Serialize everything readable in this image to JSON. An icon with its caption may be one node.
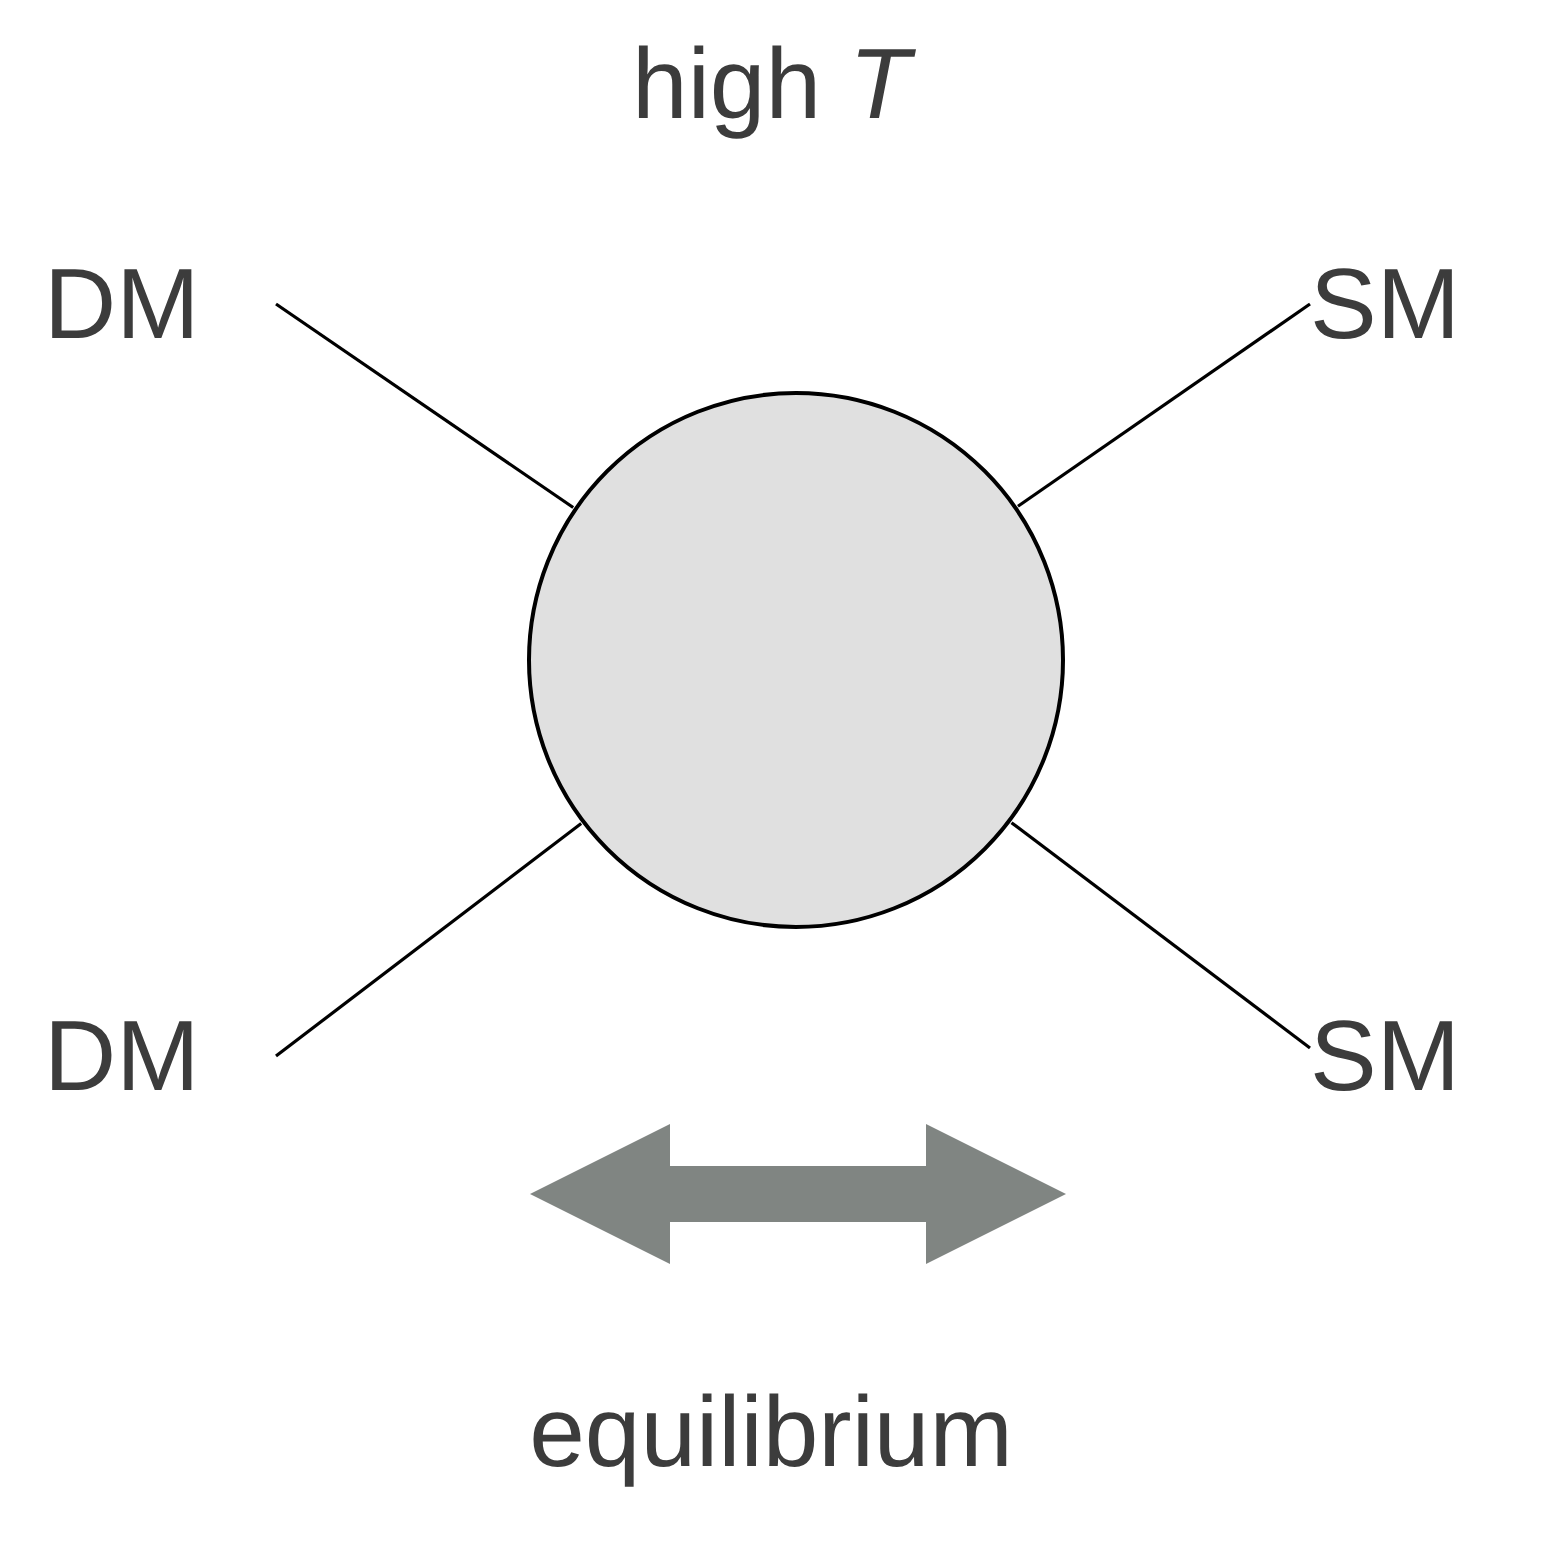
{
  "diagram": {
    "title": "high *T*",
    "caption": "equilibrium",
    "nodes": [
      {
        "text": [
          "DM"
        ]
      },
      {
        "text": [
          "SM"
        ]
      },
      {
        "text": [],
        "shape": "circle"
      },
      {
        "text": [
          "DM"
        ]
      },
      {
        "text": [
          "SM"
        ]
      }
    ],
    "edges": [
      {
        "from": 0,
        "to": 2,
        "arrow": "none"
      },
      {
        "from": 1,
        "to": 2,
        "arrow": "none"
      },
      {
        "from": 3,
        "to": 2,
        "arrow": "none"
      },
      {
        "from": 4,
        "to": 2,
        "arrow": "none"
      }
    ]
  }
}
